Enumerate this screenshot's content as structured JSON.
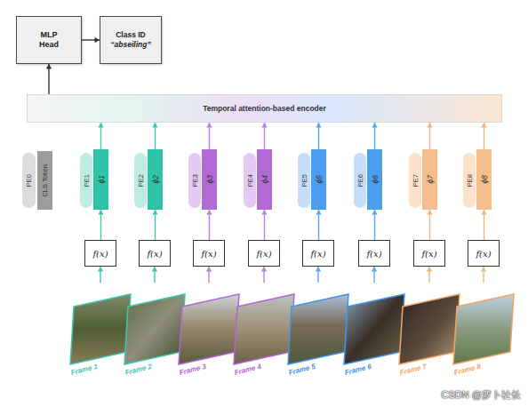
{
  "diagram": {
    "nodes": [
      {
        "text": [
          "MLP Head"
        ]
      },
      {
        "text": [
          "Class ID",
          "“abseiling”"
        ]
      },
      {
        "text": [
          "Temporal attention-based encoder"
        ]
      },
      {
        "text": [
          "PE0"
        ]
      },
      {
        "text": [
          "CLS Token"
        ]
      },
      {
        "text": [
          "PE1"
        ]
      },
      {
        "text": [
          "ϕ1"
        ]
      },
      {
        "text": [
          "PE2"
        ]
      },
      {
        "text": [
          "ϕ2"
        ]
      },
      {
        "text": [
          "PE3"
        ]
      },
      {
        "text": [
          "ϕ3"
        ]
      },
      {
        "text": [
          "PE4"
        ]
      },
      {
        "text": [
          "ϕ4"
        ]
      },
      {
        "text": [
          "PE5"
        ]
      },
      {
        "text": [
          "ϕ5"
        ]
      },
      {
        "text": [
          "PE6"
        ]
      },
      {
        "text": [
          "ϕ6"
        ]
      },
      {
        "text": [
          "PE7"
        ]
      },
      {
        "text": [
          "ϕ7"
        ]
      },
      {
        "text": [
          "PE8"
        ]
      },
      {
        "text": [
          "ϕ8"
        ]
      },
      {
        "text": [
          "f(x)"
        ]
      },
      {
        "text": [
          "f(x)"
        ]
      },
      {
        "text": [
          "f(x)"
        ]
      },
      {
        "text": [
          "f(x)"
        ]
      },
      {
        "text": [
          "f(x)"
        ]
      },
      {
        "text": [
          "f(x)"
        ]
      },
      {
        "text": [
          "f(x)"
        ]
      },
      {
        "text": [
          "f(x)"
        ]
      },
      {
        "text": [
          "Frame 1"
        ]
      },
      {
        "text": [
          "Frame 2"
        ]
      },
      {
        "text": [
          "Frame 3"
        ]
      },
      {
        "text": [
          "Frame 4"
        ]
      },
      {
        "text": [
          "Frame 5"
        ]
      },
      {
        "text": [
          "Frame 6"
        ]
      },
      {
        "text": [
          "Frame 7"
        ]
      },
      {
        "text": [
          "Frame 8"
        ]
      }
    ],
    "edges": [
      {
        "from": 0,
        "to": 1,
        "arrow": "to"
      },
      {
        "from": 2,
        "to": 0,
        "arrow": "to"
      },
      {
        "from": 6,
        "to": 2,
        "arrow": "to"
      },
      {
        "from": 8,
        "to": 2,
        "arrow": "to"
      },
      {
        "from": 10,
        "to": 2,
        "arrow": "to"
      },
      {
        "from": 12,
        "to": 2,
        "arrow": "to"
      },
      {
        "from": 14,
        "to": 2,
        "arrow": "to"
      },
      {
        "from": 16,
        "to": 2,
        "arrow": "to"
      },
      {
        "from": 18,
        "to": 2,
        "arrow": "to"
      },
      {
        "from": 20,
        "to": 2,
        "arrow": "to"
      },
      {
        "from": 21,
        "to": 6,
        "arrow": "to"
      },
      {
        "from": 22,
        "to": 8,
        "arrow": "to"
      },
      {
        "from": 23,
        "to": 10,
        "arrow": "to"
      },
      {
        "from": 24,
        "to": 12,
        "arrow": "to"
      },
      {
        "from": 25,
        "to": 14,
        "arrow": "to"
      },
      {
        "from": 26,
        "to": 16,
        "arrow": "to"
      },
      {
        "from": 27,
        "to": 18,
        "arrow": "to"
      },
      {
        "from": 28,
        "to": 20,
        "arrow": "to"
      },
      {
        "from": 29,
        "to": 21,
        "arrow": "to"
      },
      {
        "from": 30,
        "to": 22,
        "arrow": "to"
      },
      {
        "from": 31,
        "to": 23,
        "arrow": "to"
      },
      {
        "from": 32,
        "to": 24,
        "arrow": "to"
      },
      {
        "from": 33,
        "to": 25,
        "arrow": "to"
      },
      {
        "from": 34,
        "to": 26,
        "arrow": "to"
      },
      {
        "from": 35,
        "to": 27,
        "arrow": "to"
      },
      {
        "from": 36,
        "to": 28,
        "arrow": "to"
      }
    ],
    "labels": [
      "CSDN @萝卜社长"
    ]
  }
}
